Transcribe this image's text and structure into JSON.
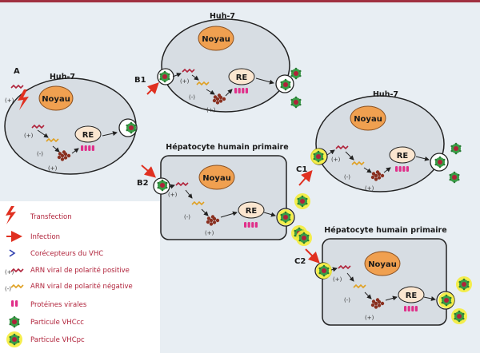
{
  "steps": {
    "a": "A",
    "b1": "B1",
    "b2": "B2",
    "c1": "C1",
    "c2": "C2"
  },
  "cells": {
    "huh7": "Huh-7",
    "hepatocyte": "Hépatocyte humain primaire",
    "nucleus": "Noyau",
    "er": "RE"
  },
  "polarity": {
    "positive": "(+)",
    "negative": "(-)"
  },
  "legend": {
    "transfection": "Transfection",
    "infection": "Infection",
    "coreceptors": "Corécepteurs du VHC",
    "rna_positive": "ARN viral de polarité positive",
    "rna_negative": "ARN viral de polarité négative",
    "proteins": "Protéines virales",
    "hcvcc": "Particule VHCcc",
    "hcvpc": "Particule VHCpc"
  },
  "colors": {
    "background": "#e8eef3",
    "cell_fill": "#d7dde3",
    "nucleus": "#f0a050",
    "er_fill": "#fbe6d0",
    "protein": "#e0308a",
    "arrow_red": "#e03020",
    "virus_green": "#3a9d46",
    "halo_yellow": "#f4ec3a",
    "top_bar": "#a03040"
  }
}
